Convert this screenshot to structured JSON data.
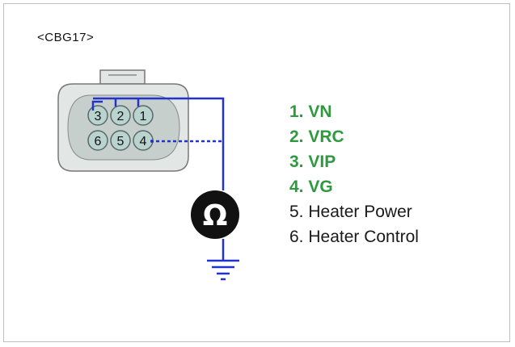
{
  "connector": {
    "label": "<CBG17>"
  },
  "pins_top": [
    {
      "number": "3"
    },
    {
      "number": "2"
    },
    {
      "number": "1"
    }
  ],
  "pins_bottom": [
    {
      "number": "6"
    },
    {
      "number": "5"
    },
    {
      "number": "4"
    }
  ],
  "meter": {
    "symbol": "Ω",
    "icon": "ohmmeter-icon"
  },
  "ground": {
    "icon": "ground-symbol-icon"
  },
  "colors": {
    "wire": "#2233cc",
    "active_text": "#2e9a3e",
    "inactive_text": "#1a1a1a",
    "pin_fill": "#b9d4cf",
    "connector_fill": "#e2e6e5",
    "connector_stroke": "#777777",
    "meter_fill": "#111111"
  },
  "pin_list": [
    {
      "text": "1. VN",
      "active": true
    },
    {
      "text": "2. VRC",
      "active": true
    },
    {
      "text": "3. VIP",
      "active": true
    },
    {
      "text": "4. VG",
      "active": true
    },
    {
      "text": "5. Heater Power",
      "active": false
    },
    {
      "text": "6. Heater Control",
      "active": false
    }
  ]
}
